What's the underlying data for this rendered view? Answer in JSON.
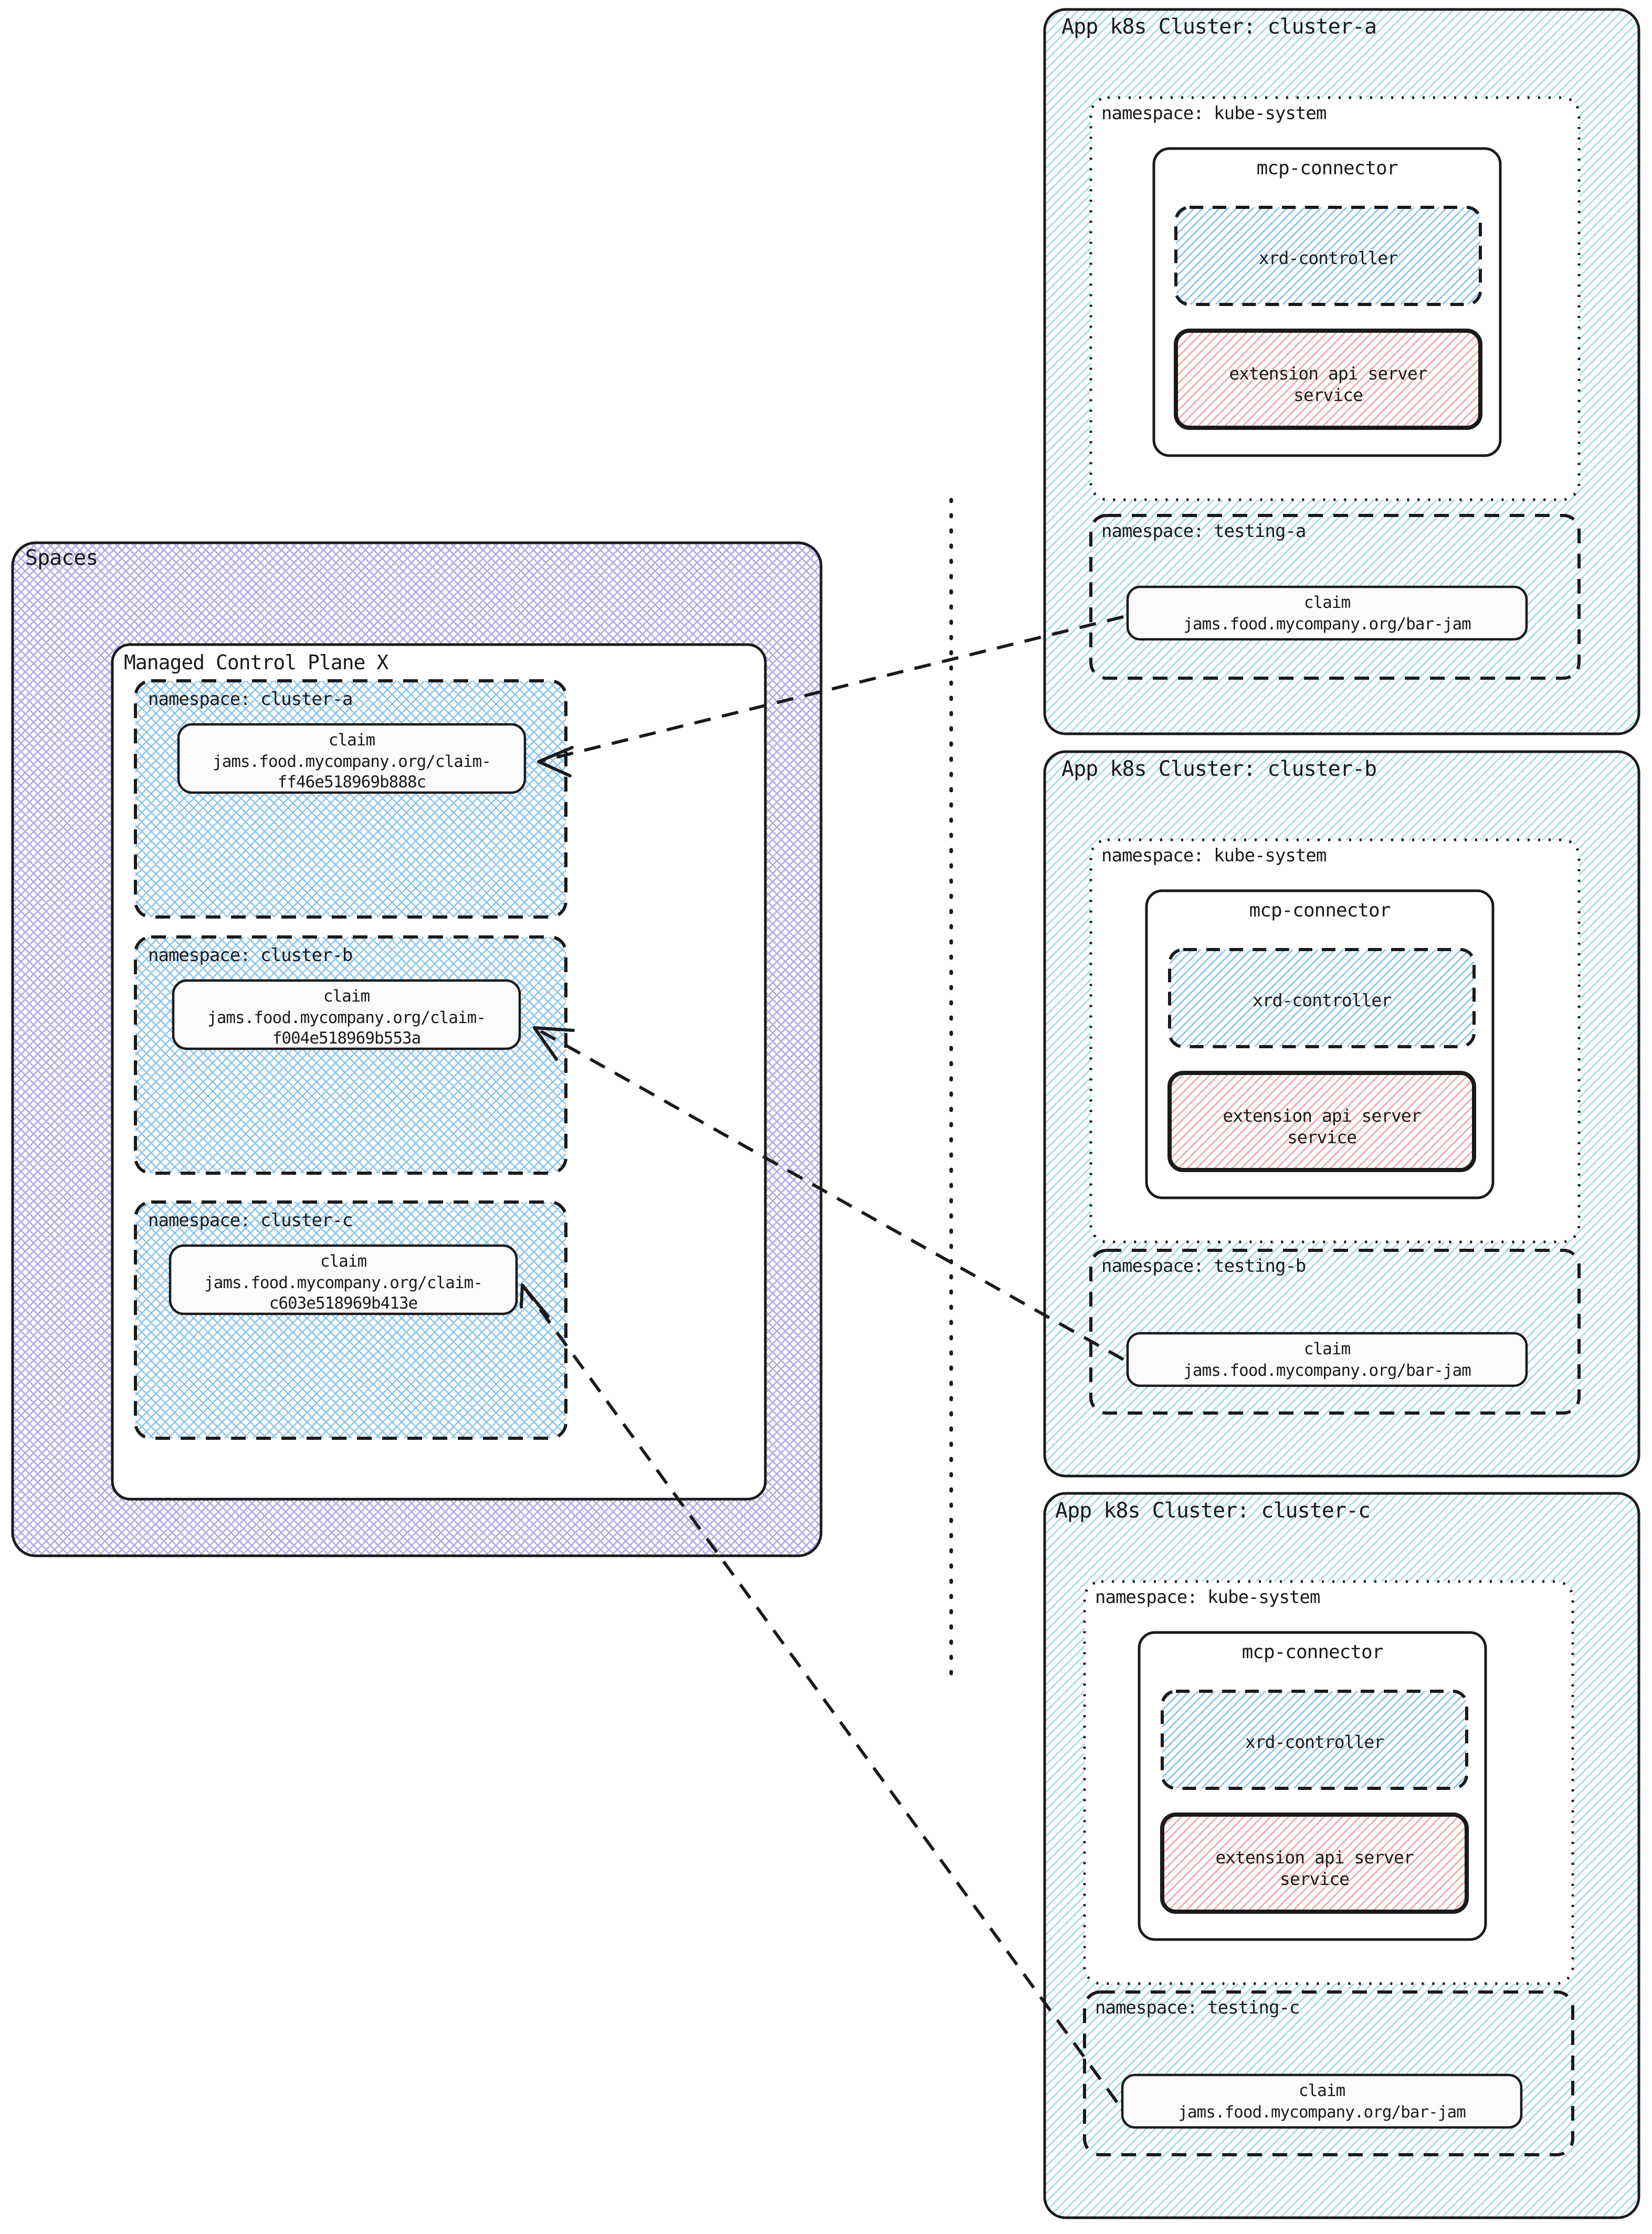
{
  "diagram": {
    "title_hidden": "Crossplane Spaces to App k8s Clusters claim propagation",
    "left_panel": {
      "spaces_label": "Spaces",
      "mcp_label": "Managed Control Plane X",
      "namespaces": [
        {
          "label": "namespace: cluster-a",
          "claim_kind": "claim",
          "claim_ref_line1": "jams.food.mycompany.org/claim-",
          "claim_ref_line2": "ff46e518969b888c"
        },
        {
          "label": "namespace: cluster-b",
          "claim_kind": "claim",
          "claim_ref_line1": "jams.food.mycompany.org/claim-",
          "claim_ref_line2": "f004e518969b553a"
        },
        {
          "label": "namespace: cluster-c",
          "claim_kind": "claim",
          "claim_ref_line1": "jams.food.mycompany.org/claim-",
          "claim_ref_line2": "c603e518969b413e"
        }
      ]
    },
    "clusters": [
      {
        "title": "App k8s Cluster: cluster-a",
        "system_ns_label": "namespace: kube-system",
        "connector_label": "mcp-connector",
        "controller_label": "xrd-controller",
        "api_server_line1": "extension api server",
        "api_server_line2": "service",
        "testing_ns_label": "namespace: testing-a",
        "claim_kind": "claim",
        "claim_ref": "jams.food.mycompany.org/bar-jam"
      },
      {
        "title": "App k8s Cluster: cluster-b",
        "system_ns_label": "namespace: kube-system",
        "connector_label": "mcp-connector",
        "controller_label": "xrd-controller",
        "api_server_line1": "extension api server",
        "api_server_line2": "service",
        "testing_ns_label": "namespace: testing-b",
        "claim_kind": "claim",
        "claim_ref": "jams.food.mycompany.org/bar-jam"
      },
      {
        "title": "App k8s Cluster: cluster-c",
        "system_ns_label": "namespace: kube-system",
        "connector_label": "mcp-connector",
        "controller_label": "xrd-controller",
        "api_server_line1": "extension api server",
        "api_server_line2": "service",
        "testing_ns_label": "namespace: testing-c",
        "claim_kind": "claim",
        "claim_ref": "jams.food.mycompany.org/bar-jam"
      }
    ],
    "colors": {
      "spaces_hatch": "#b9afe6",
      "namespace_hatch": "#8cc4ee",
      "cluster_hatch": "#9fdbe2",
      "controller_hatch": "#8cc4ee",
      "api_server_hatch": "#f0a8a8",
      "stroke": "#1a1a1a",
      "background": "#ffffff"
    }
  }
}
